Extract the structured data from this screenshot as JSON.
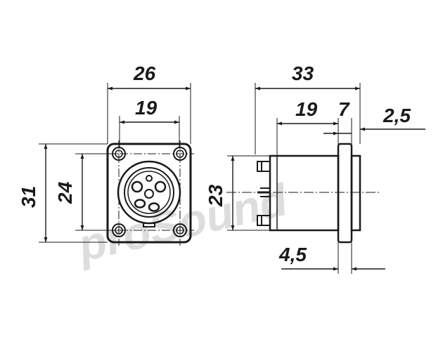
{
  "watermark": "proSound",
  "front_view": {
    "width_overall": "26",
    "width_holes": "19",
    "height_overall": "31",
    "height_holes": "24"
  },
  "side_view": {
    "length_overall": "33",
    "body_length": "19",
    "flange_length": "7",
    "flange_thickness": "2,5",
    "body_height": "23",
    "panel_gap": "4,5"
  },
  "colors": {
    "line": "#1a1a1a",
    "watermark": "#dadada",
    "background": "#ffffff"
  }
}
